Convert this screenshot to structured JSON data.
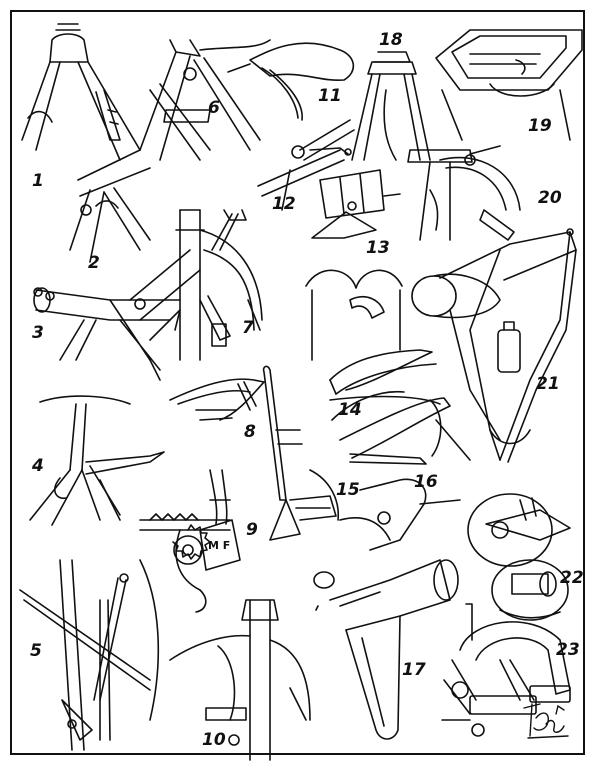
{
  "figure_numbers": [
    "1",
    "2",
    "3",
    "4",
    "5",
    "6",
    "7",
    "8",
    "9",
    "10",
    "11",
    "12",
    "13",
    "14",
    "15",
    "16",
    "17",
    "18",
    "19",
    "20",
    "21",
    "22",
    "23"
  ],
  "derailleur_badge": "M F"
}
